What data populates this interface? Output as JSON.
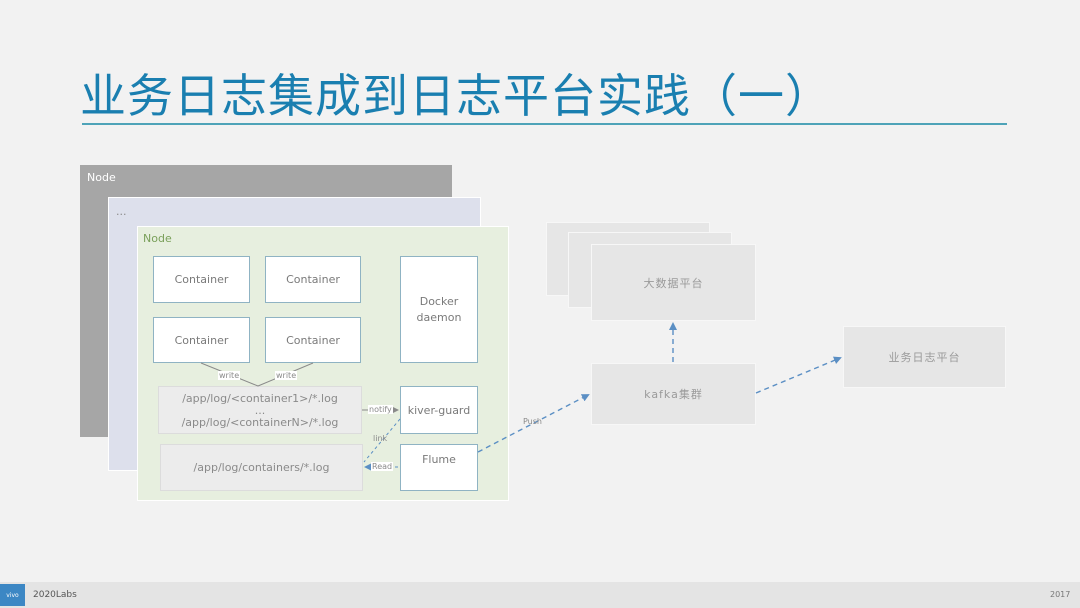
{
  "title": "业务日志集成到日志平台实践（一）",
  "node_back_label": "Node",
  "node_mid_label": "...",
  "node_front_label": "Node",
  "containers": [
    "Container",
    "Container",
    "Container",
    "Container"
  ],
  "docker_daemon": [
    "Docker",
    "daemon"
  ],
  "write_labels": [
    "write",
    "write"
  ],
  "log_box_1": [
    "/app/log/<container1>/*.log",
    "...",
    "/app/log/<containerN>/*.log"
  ],
  "log_box_2": "/app/log/containers/*.log",
  "kiver_guard": "kiver-guard",
  "flume": "Flume",
  "edge_labels": {
    "notify": "notify",
    "link": "link",
    "read": "Read",
    "push": "Push"
  },
  "bigdata_platform": "大数据平台",
  "kafka_cluster": "kafka集群",
  "business_log_platform": "业务日志平台",
  "footer": {
    "brand": "2020Labs",
    "year": "2017",
    "logo_text": "vivo"
  },
  "colors": {
    "title": "#1a7fb0",
    "rule": "#4ea3b8",
    "arrow": "#5b8fc4"
  }
}
